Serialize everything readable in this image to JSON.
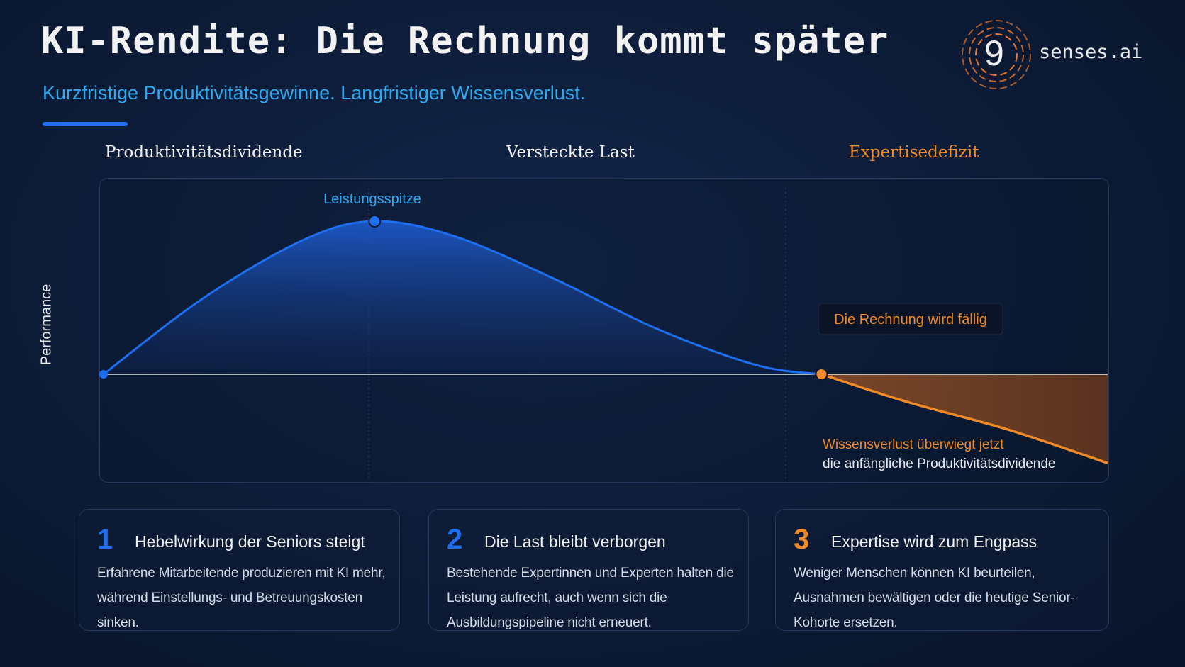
{
  "header": {
    "title": "KI-Rendite: Die Rechnung kommt später",
    "subtitle": "Kurzfristige Produktivitätsgewinne. Langfristiger Wissensverlust."
  },
  "logo": {
    "digit": "9",
    "text": "senses.ai"
  },
  "phases": [
    "Produktivitätsdividende",
    "Versteckte Last",
    "Expertisedefizit"
  ],
  "chart": {
    "ylabel": "Performance",
    "peak_label": "Leistungsspitze",
    "due_label": "Die Rechnung wird fällig",
    "loss_label_1": "Wissensverlust überwiegt jetzt",
    "loss_label_2": "die anfängliche Produktivitätsdividende"
  },
  "chart_data": {
    "type": "area",
    "x": [
      0,
      0.1,
      0.2,
      0.27,
      0.35,
      0.45,
      0.55,
      0.65,
      0.715,
      0.8,
      0.9,
      1.0
    ],
    "y": [
      0,
      0.5,
      0.88,
      1.0,
      0.9,
      0.62,
      0.3,
      0.06,
      0,
      -0.18,
      -0.36,
      -0.58
    ],
    "colors": {
      "positive": "#1e6ff0",
      "negative": "#f08a28",
      "baseline": "#e0e4ec"
    }
  },
  "cards": [
    {
      "number": "1",
      "title": "Hebelwirkung der Seniors steigt",
      "text": "Erfahrene Mitarbeitende produzieren mit KI mehr, während Einstellungs- und Betreuungskosten sinken.",
      "color": "#1e6ff0"
    },
    {
      "number": "2",
      "title": "Die Last bleibt verborgen",
      "text": "Bestehende Expertinnen und Experten halten die Leistung aufrecht, auch wenn sich die Ausbildungspipeline nicht erneuert.",
      "color": "#1e6ff0"
    },
    {
      "number": "3",
      "title": "Expertise wird zum Engpass",
      "text": "Weniger Menschen können KI beurteilen, Ausnahmen bewältigen oder die heutige Senior-Kohorte ersetzen.",
      "color": "#f08a28"
    }
  ]
}
